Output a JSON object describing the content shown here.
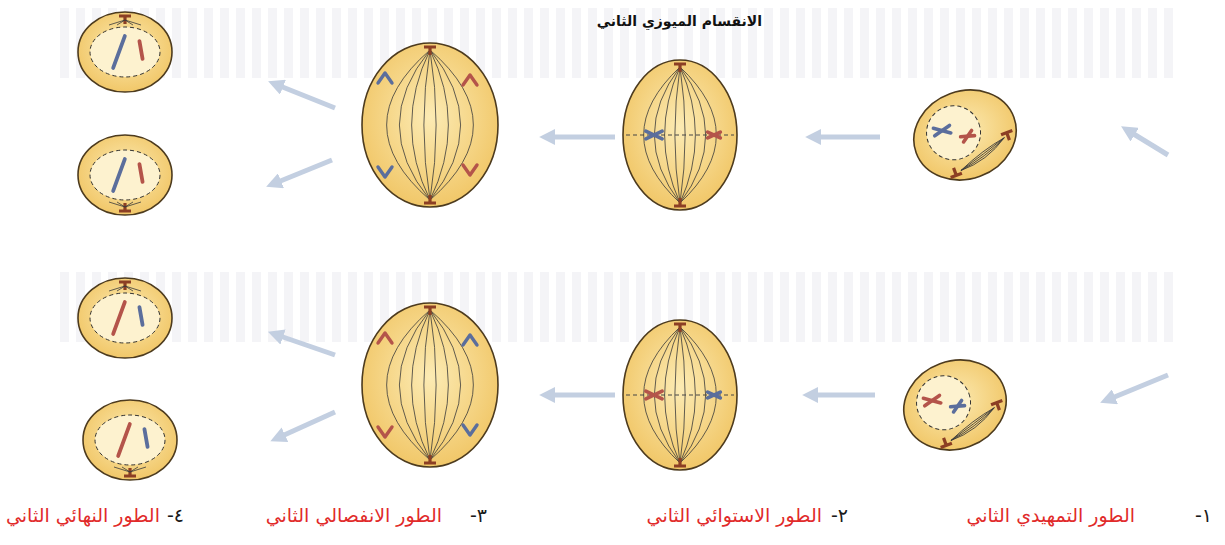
{
  "diagram": {
    "title": "الانقسام الميوزي الثاني",
    "labels": [
      "١-",
      "الطور التمهيدي الثاني",
      "٢-",
      "الطور الاستوائي الثاني",
      "٣-",
      "الطور الانفصالي الثاني",
      "٤-",
      "الطور النهائي الثاني"
    ]
  }
}
